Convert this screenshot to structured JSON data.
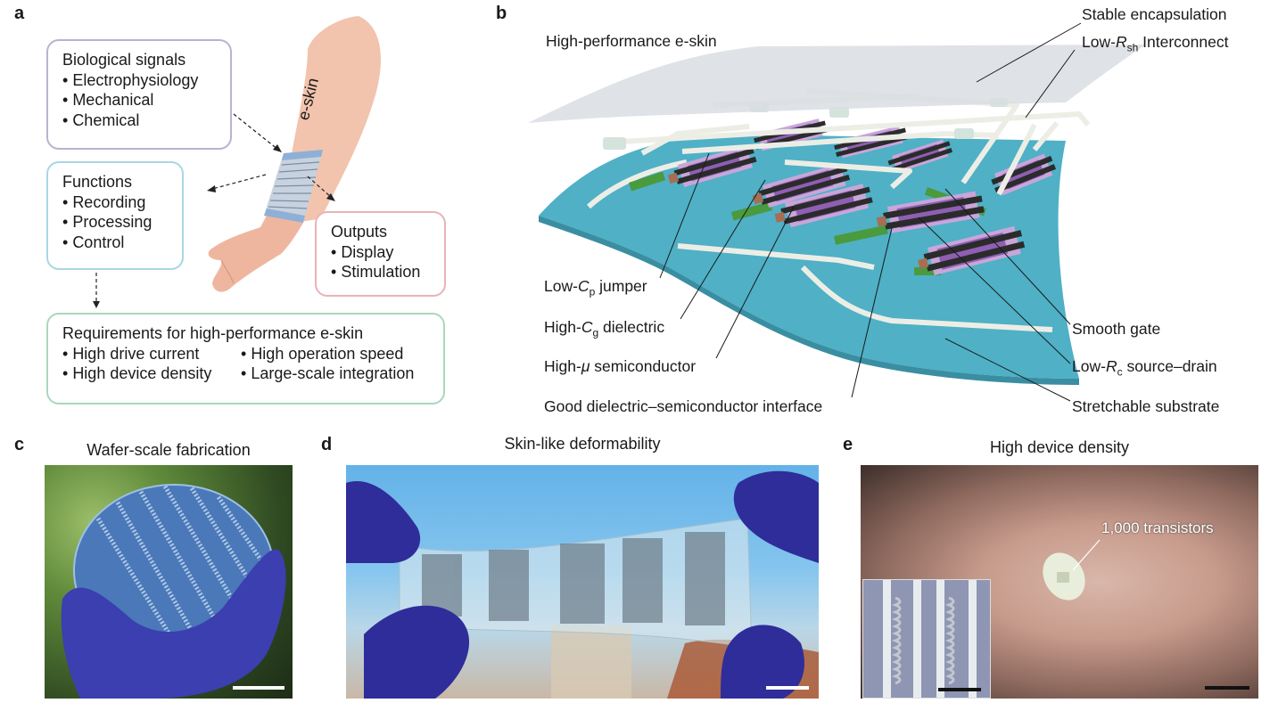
{
  "panel_a": {
    "letter": "a",
    "biological": {
      "title": "Biological signals",
      "items": [
        "Electrophysiology",
        "Mechanical",
        "Chemical"
      ]
    },
    "functions": {
      "title": "Functions",
      "items": [
        "Recording",
        "Processing",
        "Control"
      ]
    },
    "outputs": {
      "title": "Outputs",
      "items": [
        "Display",
        "Stimulation"
      ]
    },
    "requirements": {
      "title": "Requirements for high-performance e-skin",
      "items": [
        "High drive current",
        "High operation speed",
        "High device density",
        "Large-scale integration"
      ]
    },
    "arm_label": "e-skin",
    "colors": {
      "bio": "#b9b3cf",
      "functions": "#a9d6e6",
      "outputs": "#e8b3b8",
      "requirements": "#a9d8bd",
      "arm": "#f2c3ad",
      "band": "#9db3cc"
    }
  },
  "panel_b": {
    "letter": "b",
    "title": "High-performance e-skin",
    "labels": {
      "encapsulation": "Stable encapsulation",
      "interconnect": {
        "pre": "Low-",
        "var": "R",
        "sub": "sh",
        "post": " Interconnect"
      },
      "jumper": {
        "pre": "Low-",
        "var": "C",
        "sub": "p",
        "post": " jumper"
      },
      "dielectric": {
        "pre": "High-",
        "var": "C",
        "sub": "g",
        "post": " dielectric"
      },
      "semiconductor": {
        "pre": "High-",
        "var": "μ",
        "post": " semiconductor"
      },
      "interface": "Good dielectric–semiconductor interface",
      "gate": "Smooth gate",
      "source_drain": {
        "pre": "Low-",
        "var": "R",
        "sub": "c",
        "post": " source–drain"
      },
      "substrate": "Stretchable substrate"
    },
    "colors": {
      "substrate": "#4fb0c6",
      "encap": "#d9dde2",
      "gate": "#2b2b2b",
      "semi": "#8e5fb3",
      "green": "#4a9a3e",
      "wire": "#eceee6"
    }
  },
  "panel_c": {
    "letter": "c",
    "title": "Wafer-scale fabrication"
  },
  "panel_d": {
    "letter": "d",
    "title": "Skin-like deformability"
  },
  "panel_e": {
    "letter": "e",
    "title": "High device density",
    "annotation": "1,000 transistors"
  }
}
